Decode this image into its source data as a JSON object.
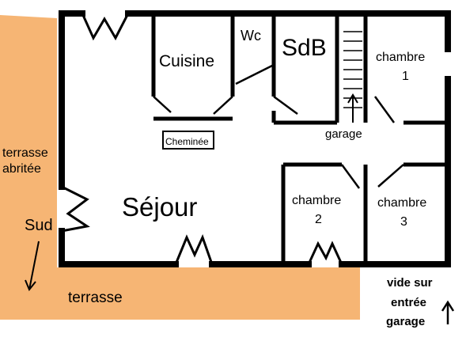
{
  "labels": {
    "cuisine": "Cuisine",
    "wc": "Wc",
    "sdb": "SdB",
    "chambre1_line1": "chambre",
    "chambre1_line2": "1",
    "garage": "garage",
    "cheminee": "Cheminée",
    "terrasse_abritee_line1": "terrasse",
    "terrasse_abritee_line2": "abritée",
    "sejour": "Séjour",
    "sud": "Sud",
    "chambre2_line1": "chambre",
    "chambre2_line2": "2",
    "chambre3_line1": "chambre",
    "chambre3_line2": "3",
    "terrasse": "terrasse",
    "vide_line1": "vide sur",
    "vide_line2": "entrée",
    "vide_line3": "garage"
  },
  "colors": {
    "terrace": "#f6b574",
    "wall": "#000000",
    "background": "#ffffff"
  }
}
